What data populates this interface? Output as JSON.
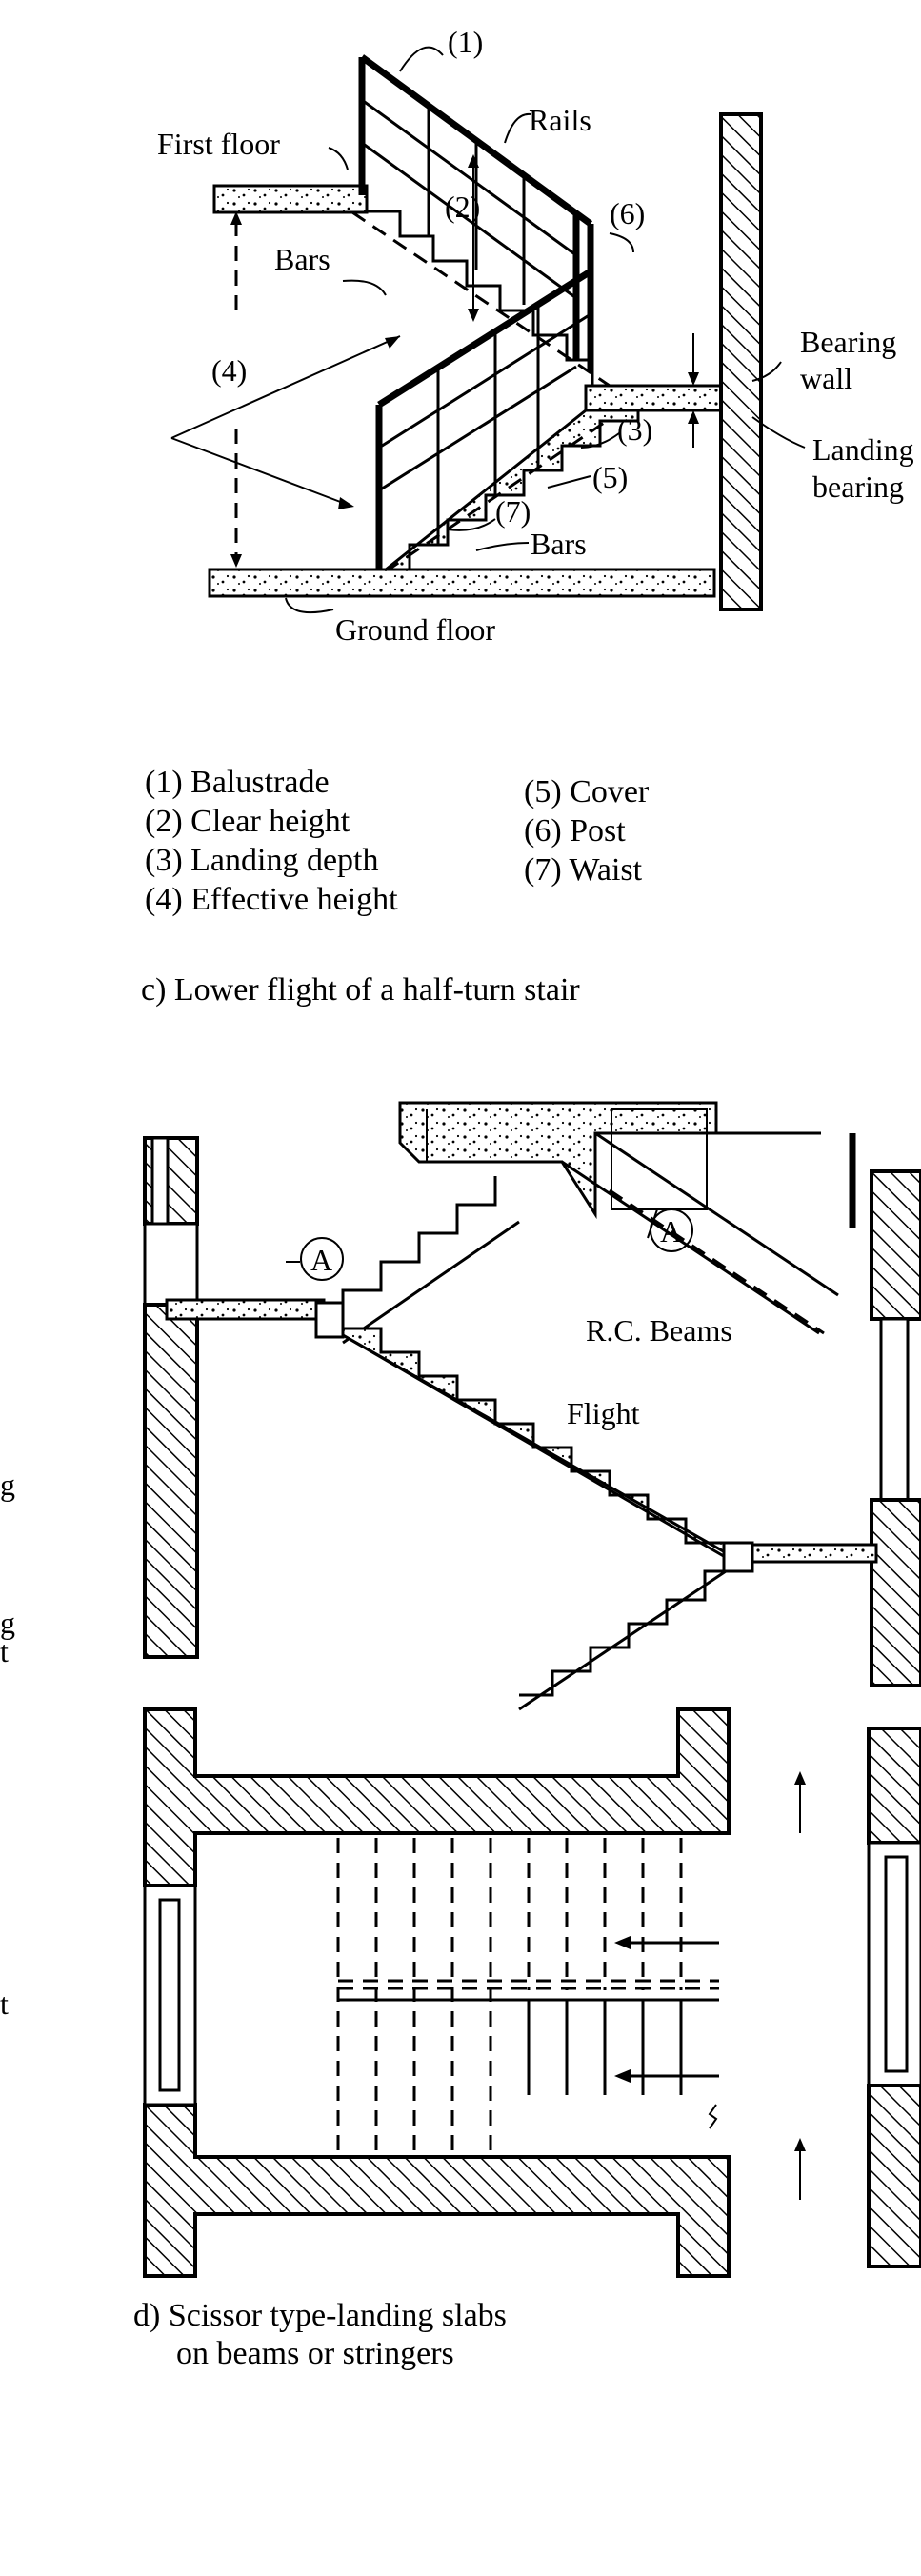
{
  "diagram_c": {
    "labels": {
      "n1": "(1)",
      "rails": "Rails",
      "first_floor": "First floor",
      "n2": "(2)",
      "n6": "(6)",
      "bars_top": "Bars",
      "bearing_wall_1": "Bearing",
      "bearing_wall_2": "wall",
      "n4": "(4)",
      "landing_bearing_1": "Landing",
      "landing_bearing_2": "bearing",
      "n3": "(3)",
      "n5": "(5)",
      "n7": "(7)",
      "bars_bottom": "Bars",
      "ground_floor": "Ground floor"
    },
    "legend_left": [
      "(1) Balustrade",
      "(2) Clear height",
      "(3) Landing depth",
      "(4) Effective height"
    ],
    "legend_right": [
      "(5) Cover",
      "(6) Post",
      "(7) Waist"
    ],
    "caption": "c) Lower flight of a half-turn stair"
  },
  "diagram_d": {
    "labels": {
      "marker_a_left": "A",
      "marker_a_right": "A",
      "rc_beams": "R.C. Beams",
      "flight": "Flight"
    },
    "edge_fragments": [
      "g",
      "g",
      "t",
      "t"
    ],
    "caption_line1": "d) Scissor type-landing slabs",
    "caption_line2": "on beams or stringers"
  }
}
